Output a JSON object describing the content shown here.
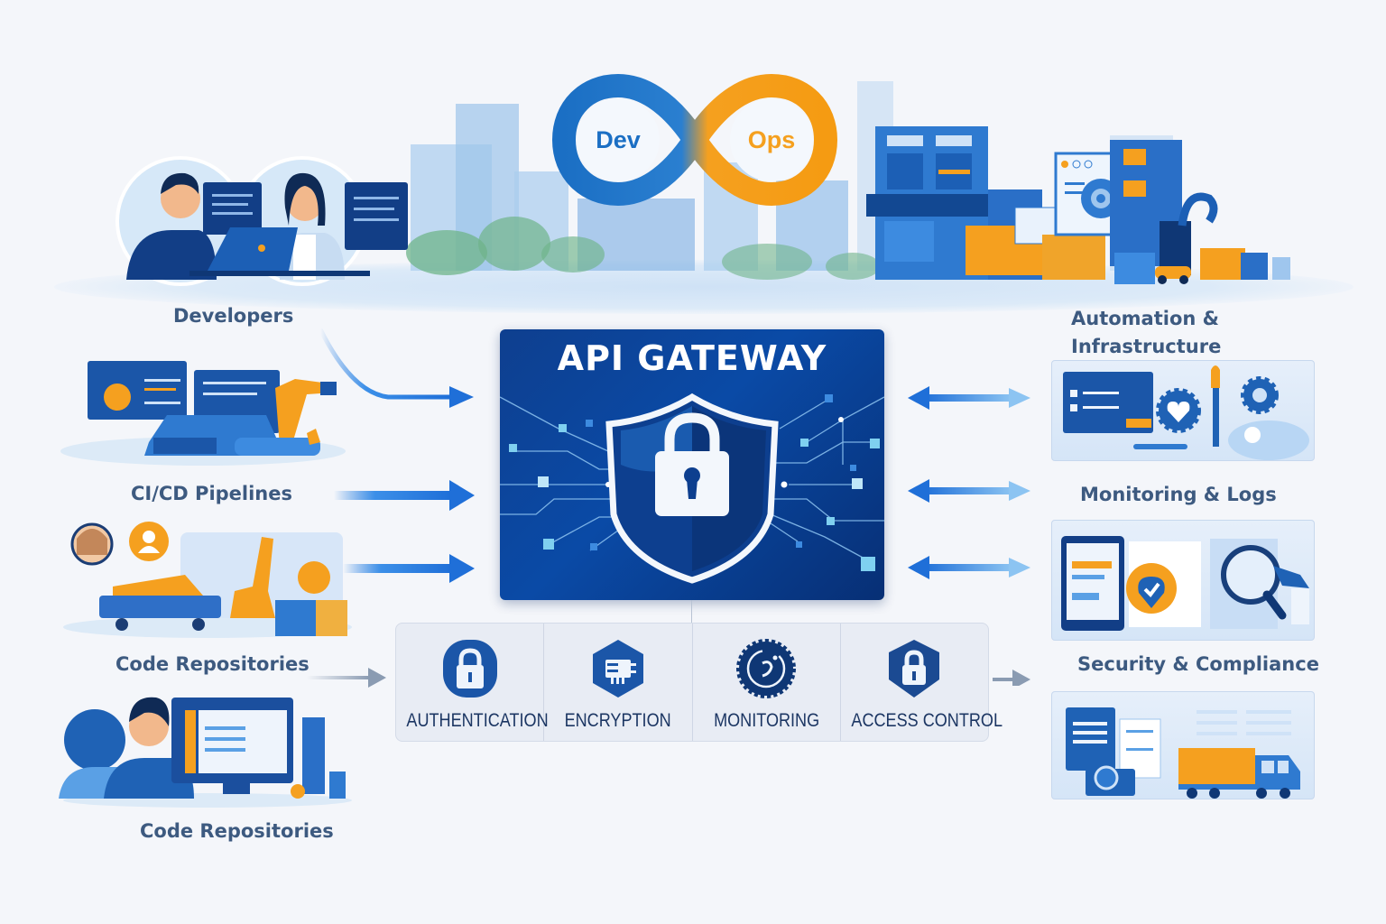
{
  "logo": {
    "left_text": "Dev",
    "right_text": "Ops",
    "left_color": "#1b6fc4",
    "right_color": "#f5a01f"
  },
  "gateway": {
    "title": "API GATEWAY",
    "icon": "shield-lock-icon",
    "bg_color": "#0a4aa6"
  },
  "left_sources": [
    {
      "label": "Developers",
      "icon": "developers-illustration"
    },
    {
      "label": "CI/CD Pipelines",
      "icon": "cicd-robot-arm-illustration"
    },
    {
      "label": "Code Repositories",
      "icon": "conveyor-robot-illustration"
    },
    {
      "label": "Code Repositories",
      "icon": "developer-desktop-illustration"
    }
  ],
  "right_targets": [
    {
      "label": "Automation & Infrastructure",
      "label_line1": "Automation &",
      "label_line2": "Infrastructure",
      "icon": "automation-gears-cloud-illustration"
    },
    {
      "label": "Monitoring & Logs",
      "icon": "monitoring-magnifier-illustration"
    },
    {
      "label": "Security & Compliance",
      "icon": "documents-truck-illustration"
    }
  ],
  "features": [
    {
      "label": "AUTHENTICATION",
      "icon": "padlock-icon"
    },
    {
      "label": "ENCRYPTION",
      "icon": "chip-hexagon-icon"
    },
    {
      "label": "MONITORING",
      "icon": "gear-refresh-icon"
    },
    {
      "label": "ACCESS CONTROL",
      "icon": "shield-padlock-icon"
    }
  ],
  "colors": {
    "primary_blue": "#0a4aa6",
    "accent_orange": "#f5a01f",
    "label_text": "#3d5a80",
    "arrow_blue": "#1f78e0"
  }
}
